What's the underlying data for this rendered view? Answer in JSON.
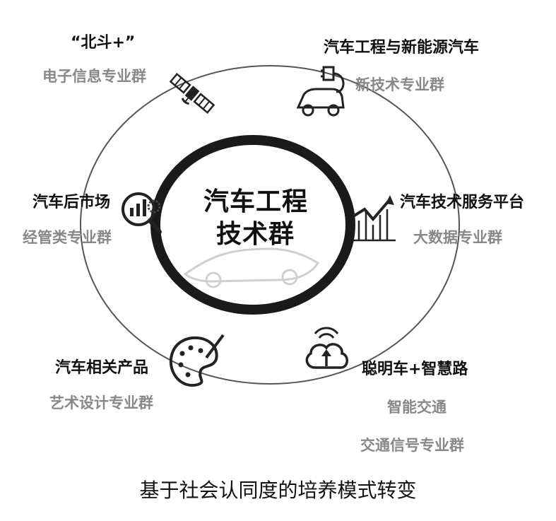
{
  "center": {
    "line1": "汽车工程",
    "line2": "技术群"
  },
  "nodes": {
    "beidou": {
      "title": "“北斗+”",
      "subtitle": "电子信息专业群"
    },
    "new_energy": {
      "title": "汽车工程与新能源汽车",
      "subtitle": "新技术专业群"
    },
    "aftermarket": {
      "title": "汽车后市场",
      "subtitle": "经管类专业群"
    },
    "service_platform": {
      "title": "汽车技术服务平台",
      "subtitle": "大数据专业群"
    },
    "products": {
      "title": "汽车相关产品",
      "subtitle": "艺术设计专业群"
    },
    "smart_road": {
      "title": "聪明车+智慧路",
      "subtitle": "智能交通",
      "subtitle2": "交通信号专业群"
    }
  },
  "caption": "基于社会认同度的培养模式转变",
  "colors": {
    "dark": "#111111",
    "grey": "#888888",
    "ring": "#1a1a1a",
    "orbit": "#555555"
  },
  "icons": [
    "satellite-icon",
    "ev-charging-icon",
    "analytics-gear-icon",
    "chart-growth-icon",
    "palette-icon",
    "cloud-upload-icon",
    "car-silhouette-icon"
  ]
}
